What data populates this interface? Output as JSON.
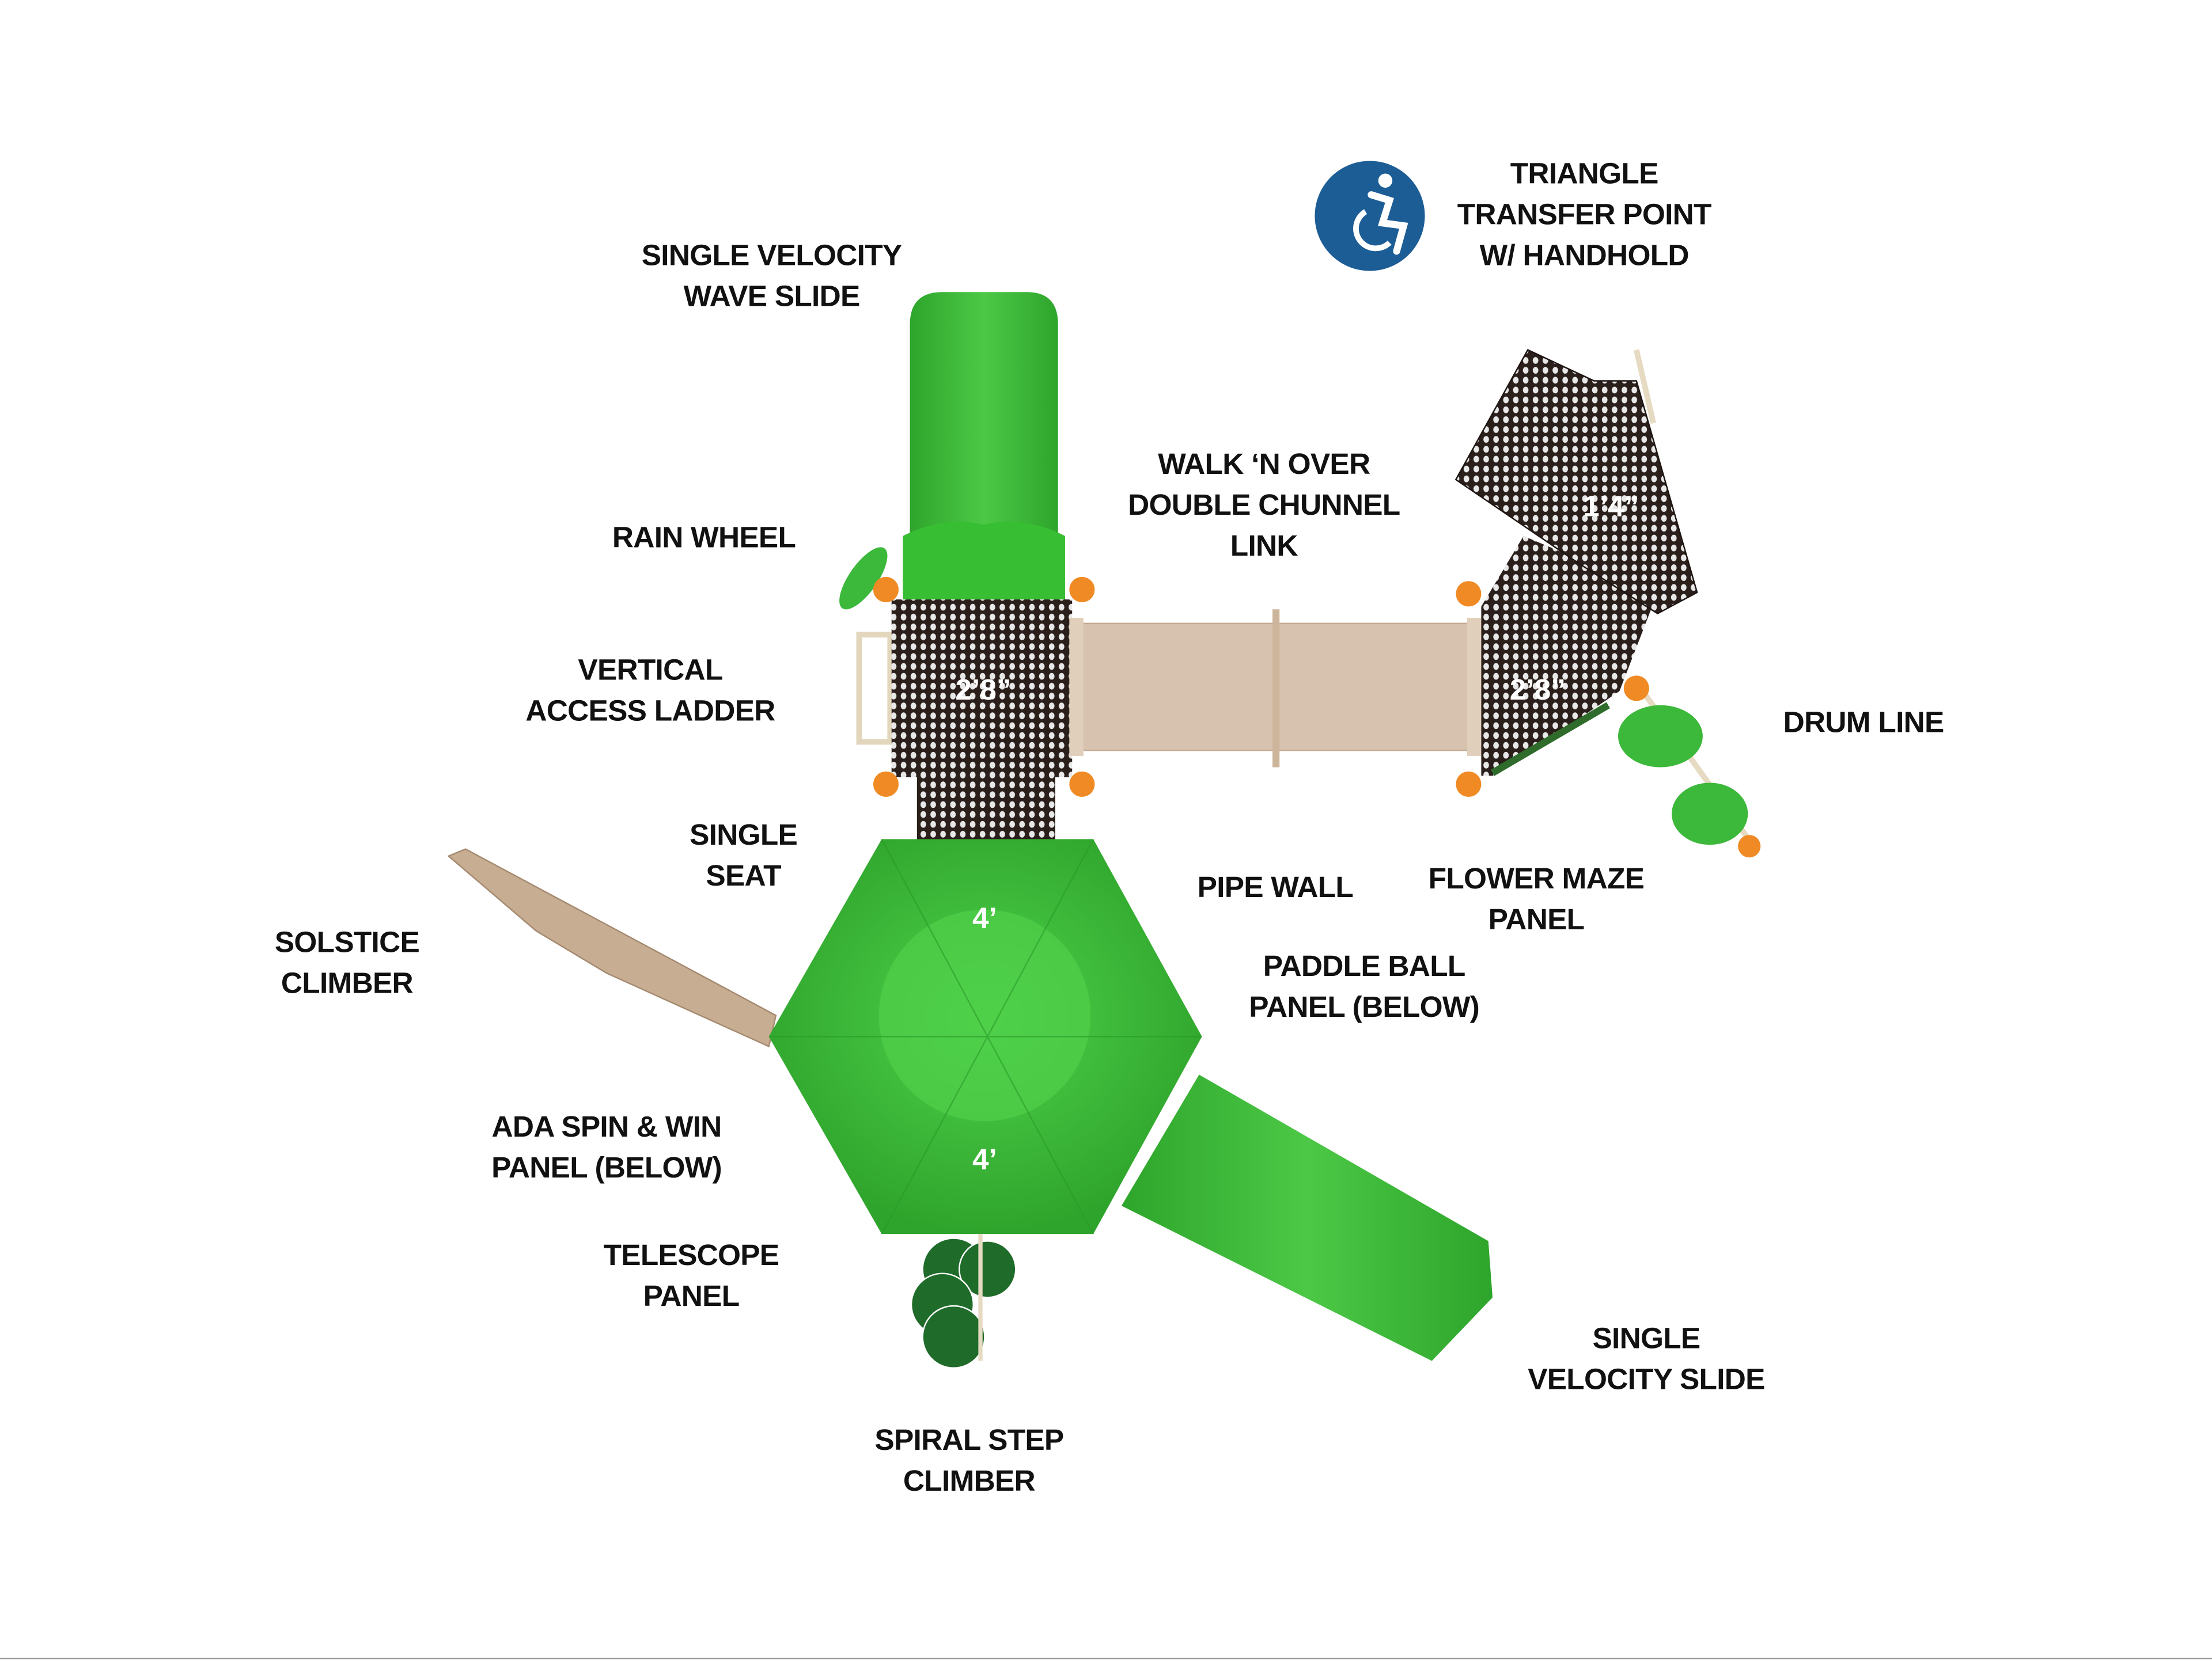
{
  "labels": {
    "wave_slide": [
      "SINGLE VELOCITY",
      "WAVE SLIDE"
    ],
    "transfer_point": [
      "TRIANGLE",
      "TRANSFER POINT",
      "W/ HANDHOLD"
    ],
    "chunnel": [
      "WALK ‘N OVER",
      "DOUBLE CHUNNEL",
      "LINK"
    ],
    "rain_wheel": [
      "RAIN WHEEL"
    ],
    "ladder": [
      "VERTICAL",
      "ACCESS LADDER"
    ],
    "drum_line": [
      "DRUM LINE"
    ],
    "single_seat": [
      "SINGLE",
      "SEAT"
    ],
    "pipe_wall": [
      "PIPE WALL"
    ],
    "flower_maze": [
      "FLOWER MAZE",
      "PANEL"
    ],
    "solstice": [
      "SOLSTICE",
      "CLIMBER"
    ],
    "paddle_ball": [
      "PADDLE BALL",
      "PANEL (BELOW)"
    ],
    "ada_spin": [
      "ADA SPIN & WIN",
      "PANEL (BELOW)"
    ],
    "telescope": [
      "TELESCOPE",
      "PANEL"
    ],
    "velocity_slide": [
      "SINGLE",
      "VELOCITY SLIDE"
    ],
    "spiral": [
      "SPIRAL STEP",
      "CLIMBER"
    ]
  },
  "heights": {
    "deck_left": "2’8”",
    "deck_right": "2’8”",
    "transfer": "1’4”",
    "dome_top": "4’",
    "dome_bottom": "4’"
  },
  "icons": {
    "accessibility": "wheelchair-accessibility-icon"
  },
  "colors": {
    "green": "#3cb83a",
    "deck": "#2a1f1a",
    "tan": "#d2bca6",
    "orange": "#f08a24",
    "ada_blue": "#1c5d96"
  }
}
